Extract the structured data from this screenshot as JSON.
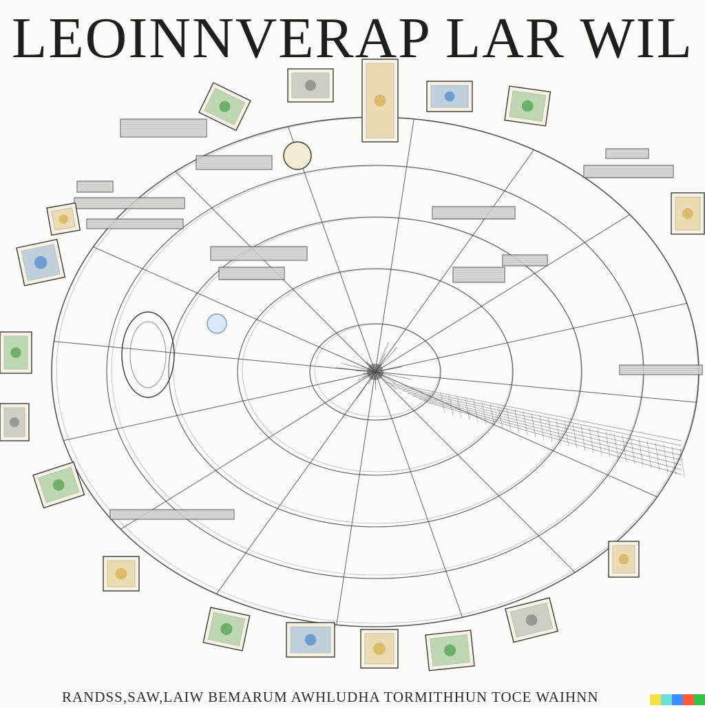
{
  "header": {
    "title": "LEOINNVERAP LAR WIL"
  },
  "footer": {
    "caption": "RANDSS,SAW,LAIW BEMARUM AWHLUDHA TORMITHHUN TOCE WAIHNN"
  },
  "colors": {
    "ink": "#3a3a3a",
    "paper": "#fbfbf8",
    "accent_green": "#5aa55a",
    "accent_blue": "#5d8fd0",
    "accent_gold": "#d8b25a",
    "swatches": [
      "#f5e142",
      "#6ee0dc",
      "#3f8cff",
      "#ff5a3c",
      "#33c24a"
    ]
  },
  "diagram": {
    "shape": "elliptical radial wheel with spokes",
    "ring_count": 5,
    "spoke_count": 16,
    "tiles": [
      {
        "icon": "map-icon",
        "tone": "green"
      },
      {
        "icon": "building-icon",
        "tone": "grey"
      },
      {
        "icon": "tower-icon",
        "tone": "gold"
      },
      {
        "icon": "frame-icon",
        "tone": "blue"
      },
      {
        "icon": "landscape-icon",
        "tone": "green"
      },
      {
        "icon": "portrait-icon",
        "tone": "gold"
      },
      {
        "icon": "globe-icon",
        "tone": "blue"
      },
      {
        "icon": "plant-icon",
        "tone": "green"
      },
      {
        "icon": "box-icon",
        "tone": "grey"
      },
      {
        "icon": "picture-icon",
        "tone": "green"
      },
      {
        "icon": "scene-icon",
        "tone": "gold"
      },
      {
        "icon": "book-icon",
        "tone": "green"
      },
      {
        "icon": "cup-icon",
        "tone": "blue"
      },
      {
        "icon": "note-icon",
        "tone": "gold"
      },
      {
        "icon": "chart-icon",
        "tone": "green"
      },
      {
        "icon": "machine-icon",
        "tone": "grey"
      },
      {
        "icon": "window-icon",
        "tone": "gold"
      },
      {
        "icon": "figure-icon",
        "tone": "gold"
      }
    ],
    "bars": 14
  }
}
